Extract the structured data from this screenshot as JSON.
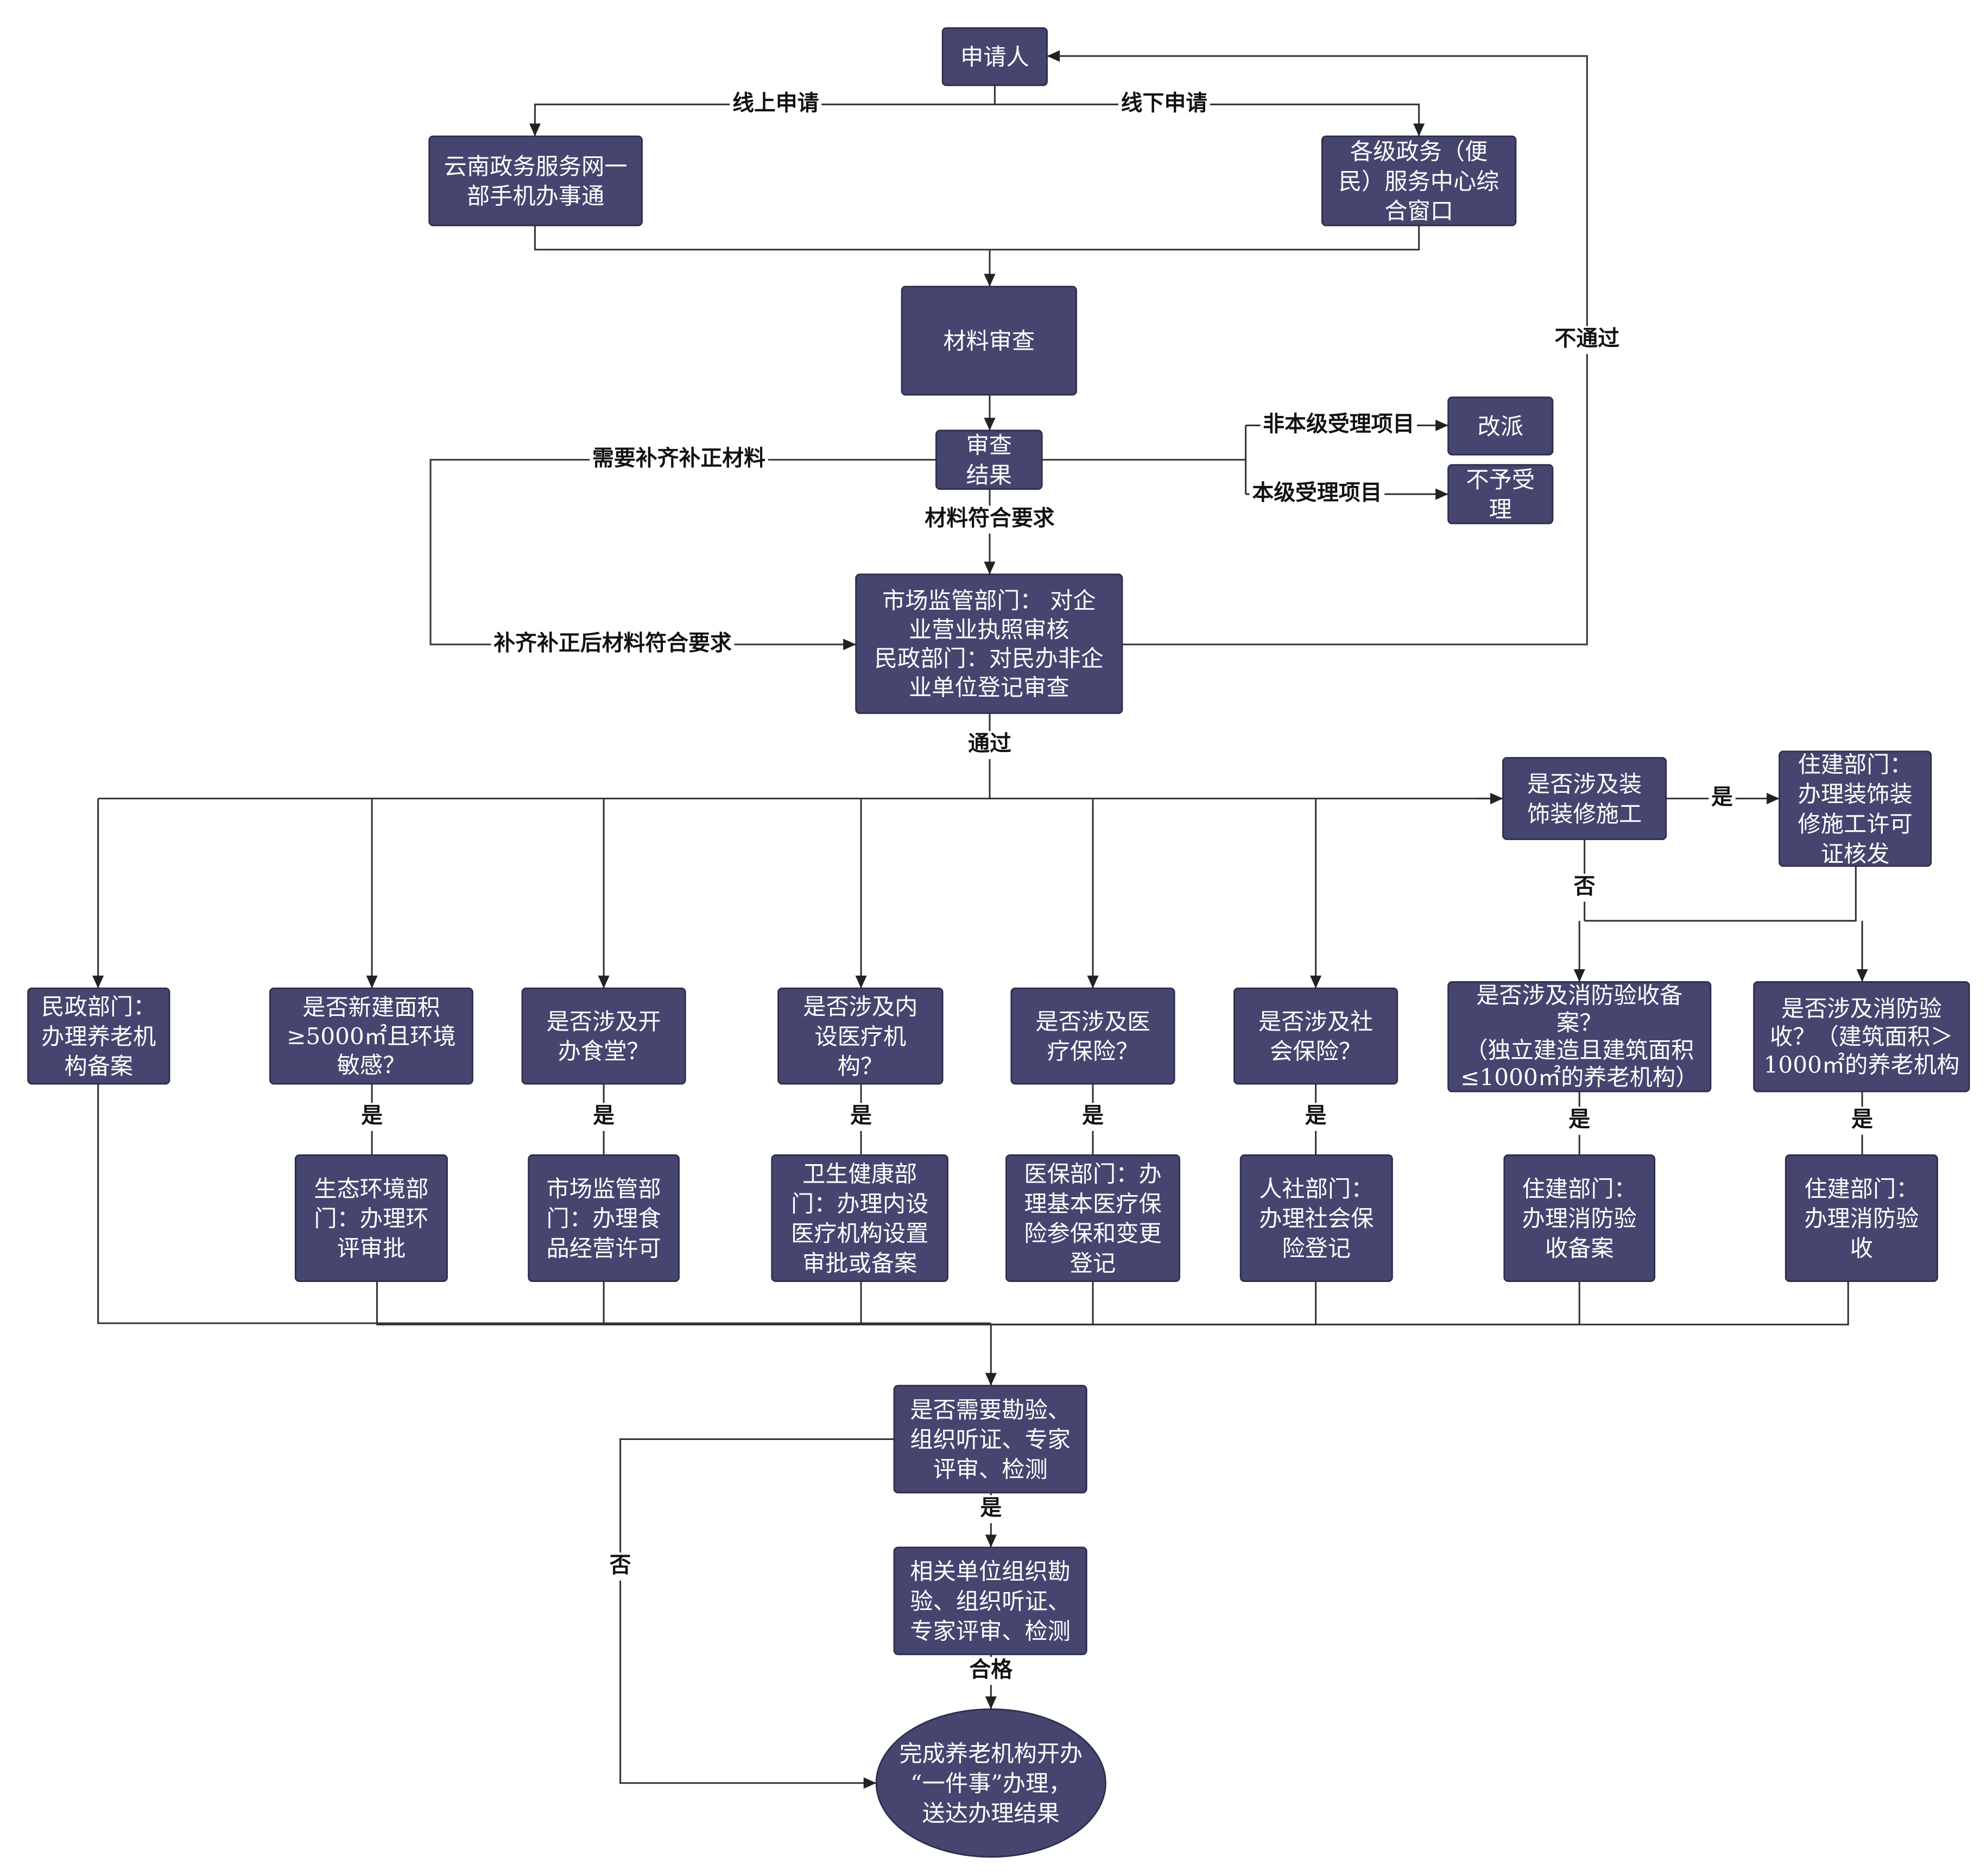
{
  "colors": {
    "node_fill": "#45456f",
    "node_text": "#ffffff",
    "edge": "#333333"
  },
  "nodes": {
    "applicant": [
      "申请人"
    ],
    "online_portal": [
      "云南政务服务网一",
      "部手机办事通"
    ],
    "service_center": [
      "各级政务（便",
      "民）服务中心综",
      "合窗口"
    ],
    "material_review": [
      "材料审查"
    ],
    "review_result": [
      "审查",
      "结果"
    ],
    "reassign": [
      "改派"
    ],
    "reject": [
      "不予受",
      "理"
    ],
    "market_civil_review": [
      "市场监管部门： 对企",
      "业营业执照审核",
      "民政部门：对民办非企",
      "业单位登记审查"
    ],
    "decoration_q": [
      "是否涉及装",
      "饰装修施工"
    ],
    "decoration_permit": [
      "住建部门：",
      "办理装饰装",
      "修施工许可",
      "证核发"
    ],
    "civil_filing": [
      "民政部门：",
      "办理养老机",
      "构备案"
    ],
    "new_build_q": [
      "是否新建面积",
      "≥5000㎡且环境",
      "敏感？"
    ],
    "canteen_q": [
      "是否涉及开",
      "办食堂？"
    ],
    "medical_q": [
      "是否涉及内",
      "设医疗机",
      "构？"
    ],
    "med_insurance_q": [
      "是否涉及医",
      "疗保险？"
    ],
    "social_insurance_q": [
      "是否涉及社",
      "会保险？"
    ],
    "fire_filing_q": [
      "是否涉及消防验收备",
      "案？",
      "（独立建造且建筑面积",
      "≤1000㎡的养老机构）"
    ],
    "fire_accept_q": [
      "是否涉及消防验",
      "收？（建筑面积＞",
      "1000㎡的养老机构"
    ],
    "env_approval": [
      "生态环境部",
      "门：办理环",
      "评审批"
    ],
    "food_license": [
      "市场监管部",
      "门：办理食",
      "品经营许可"
    ],
    "health_approval": [
      "卫生健康部",
      "门：办理内设",
      "医疗机构设置",
      "审批或备案"
    ],
    "med_insurance_reg": [
      "医保部门：办",
      "理基本医疗保",
      "险参保和变更",
      "登记"
    ],
    "social_insurance_reg": [
      "人社部门：",
      "办理社会保",
      "险登记"
    ],
    "fire_filing": [
      "住建部门：",
      "办理消防验",
      "收备案"
    ],
    "fire_accept": [
      "住建部门：",
      "办理消防验",
      "收"
    ],
    "survey_q": [
      "是否需要勘验、",
      "组织听证、专家",
      "评审、检测"
    ],
    "survey_do": [
      "相关单位组织勘",
      "验、组织听证、",
      "专家评审、检测"
    ],
    "finish": [
      "完成养老机构开办",
      "“一件事”办理，",
      "送达办理结果"
    ]
  },
  "edge_labels": {
    "online": "线上申请",
    "offline": "线下申请",
    "not_this_level": "非本级受理项目",
    "this_level": "本级受理项目",
    "need_supplement": "需要补齐补正材料",
    "supplemented_ok": "补齐补正后材料符合要求",
    "materials_ok": "材料符合要求",
    "not_pass": "不通过",
    "pass": "通过",
    "yes": "是",
    "no": "否",
    "qualified": "合格"
  }
}
